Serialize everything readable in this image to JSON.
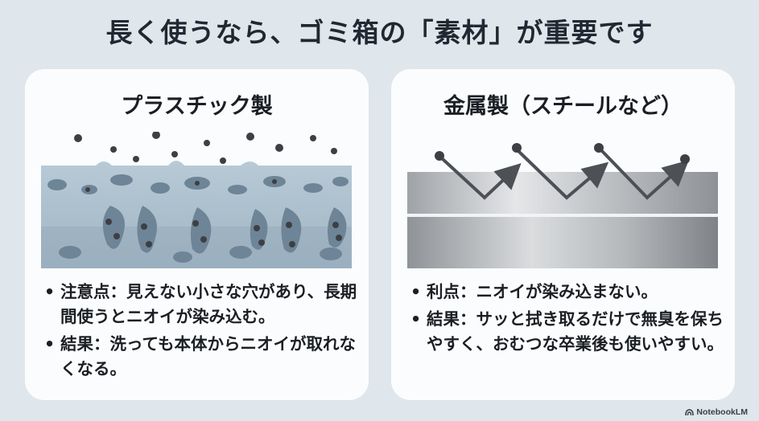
{
  "title": "長く使うなら、ゴミ箱の「素材」が重要です",
  "cards": [
    {
      "heading": "プラスチック製",
      "bullets": [
        "注意点：見えない小さな穴があり、長期間使うとニオイが染み込む。",
        "結果：洗っても本体からニオイが取れなくなる。"
      ]
    },
    {
      "heading": "金属製（スチールなど）",
      "bullets": [
        "利点：ニオイが染み込まない。",
        "結果：サッと拭き取るだけで無臭を保ちやすく、おむつな卒業後も使いやすい。"
      ]
    }
  ],
  "brand": "NotebookLM",
  "colors": {
    "background": "#dfe6ec",
    "card": "#fbfcfd",
    "plastic": "#a7bccb",
    "pore": "#6e8597",
    "particle": "#3d3f45",
    "metal": "#c5c7c9",
    "arrow": "#4d5156"
  }
}
